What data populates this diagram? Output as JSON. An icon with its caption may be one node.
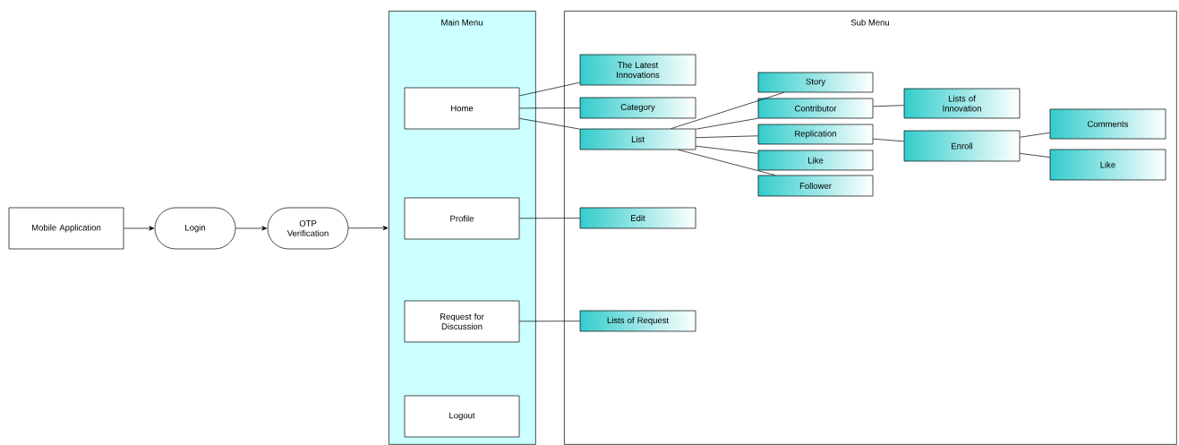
{
  "diagram": {
    "nodes": [
      {
        "text": [
          "Mobile Application"
        ]
      },
      {
        "text": [
          "Login"
        ]
      },
      {
        "text": [
          "OTP Verification"
        ]
      },
      {
        "text": [
          "Main Menu"
        ]
      },
      {
        "text": [
          "Sub Menu"
        ]
      },
      {
        "text": [
          "Home"
        ],
        "in": 3
      },
      {
        "text": [
          "Profile"
        ],
        "in": 3
      },
      {
        "text": [
          "Request for Discussion"
        ],
        "in": 3
      },
      {
        "text": [
          "Logout"
        ],
        "in": 3
      },
      {
        "text": [
          "The Latest Innovations"
        ],
        "in": 4
      },
      {
        "text": [
          "Category"
        ],
        "in": 4
      },
      {
        "text": [
          "List"
        ],
        "in": 4
      },
      {
        "text": [
          "Edit"
        ],
        "in": 4
      },
      {
        "text": [
          "Lists of Request"
        ],
        "in": 4
      },
      {
        "text": [
          "Story"
        ],
        "in": 4
      },
      {
        "text": [
          "Contributor"
        ],
        "in": 4
      },
      {
        "text": [
          "Replication"
        ],
        "in": 4
      },
      {
        "text": [
          "Like"
        ],
        "in": 4
      },
      {
        "text": [
          "Follower"
        ],
        "in": 4
      },
      {
        "text": [
          "Lists of Innovation"
        ],
        "in": 4
      },
      {
        "text": [
          "Enroll"
        ],
        "in": 4
      },
      {
        "text": [
          "Comments"
        ],
        "in": 4
      },
      {
        "text": [
          "Like"
        ],
        "in": 4
      }
    ],
    "edges": [
      {
        "from": 0,
        "to": 1,
        "arrow": "to"
      },
      {
        "from": 1,
        "to": 2,
        "arrow": "to"
      },
      {
        "from": 2,
        "to": 3,
        "arrow": "to"
      },
      {
        "from": 5,
        "to": 9,
        "arrow": "none"
      },
      {
        "from": 5,
        "to": 10,
        "arrow": "none"
      },
      {
        "from": 5,
        "to": 11,
        "arrow": "none"
      },
      {
        "from": 6,
        "to": 12,
        "arrow": "none"
      },
      {
        "from": 7,
        "to": 13,
        "arrow": "none"
      },
      {
        "from": 11,
        "to": 14,
        "arrow": "none"
      },
      {
        "from": 11,
        "to": 15,
        "arrow": "none"
      },
      {
        "from": 11,
        "to": 16,
        "arrow": "none"
      },
      {
        "from": 11,
        "to": 17,
        "arrow": "none"
      },
      {
        "from": 11,
        "to": 18,
        "arrow": "none"
      },
      {
        "from": 15,
        "to": 19,
        "arrow": "none"
      },
      {
        "from": 16,
        "to": 20,
        "arrow": "none"
      },
      {
        "from": 20,
        "to": 21,
        "arrow": "none"
      },
      {
        "from": 20,
        "to": 22,
        "arrow": "none"
      }
    ]
  }
}
